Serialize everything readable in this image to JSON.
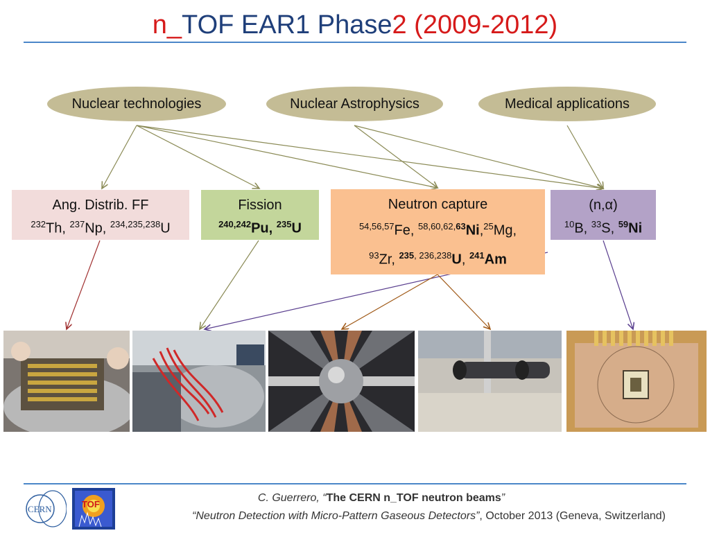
{
  "title": {
    "part1": "n_",
    "part2": "TOF EAR1 Phase",
    "part3": "2 (2009-2012)"
  },
  "categories": {
    "nuclear_tech": "Nuclear technologies",
    "astro": "Nuclear Astrophysics",
    "medical": "Medical applications"
  },
  "boxes": {
    "ang": {
      "title": "Ang. Distrib. FF",
      "s1": "232",
      "e1": "Th, ",
      "s2": "237",
      "e2": "Np, ",
      "s3": "234,235,238",
      "e3": "U"
    },
    "fission": {
      "title": "Fission",
      "s1": "240,242",
      "e1": "Pu",
      "sep": ", ",
      "s2": "235",
      "e2": "U"
    },
    "capture": {
      "title": "Neutron capture",
      "s1": "54,56,57",
      "e1": "Fe, ",
      "s2": "58,60,62,",
      "s2b": "63",
      "e2": "Ni",
      "sep": ",",
      "s3": "25",
      "e3": "Mg,",
      "s4": "93",
      "e4": "Zr, ",
      "s5": "235",
      "s5b": ", 236,238",
      "e5": "U",
      "sep2": ", ",
      "s6": "241",
      "e6": "Am"
    },
    "nalpha": {
      "title": "(n,α)",
      "s1": "10",
      "e1": "B, ",
      "s2": "33",
      "e2": "S, ",
      "s3": "59",
      "e3": "Ni"
    }
  },
  "colors": {
    "title_red": "#d61a1a",
    "title_blue": "#1f3f7a",
    "oval": "#c4bc95",
    "ang_box": "#f2dcdb",
    "fission_box": "#c3d69b",
    "capture_box": "#fac090",
    "nalpha_box": "#b3a2c7",
    "rule": "#4a86c8"
  },
  "footer": {
    "author": "C. Guerrero, ",
    "q1": "“",
    "talk": "The CERN n_TOF neutron beams",
    "q2": "”",
    "conference": "“Neutron Detection with Micro-Pattern Gaseous Detectors”",
    "date": ", October 2013 (Geneva, Switzerland)",
    "cern_logo": "CERN",
    "tof_logo": "TOF"
  }
}
